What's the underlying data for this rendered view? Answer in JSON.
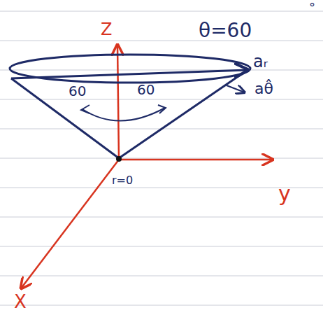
{
  "diagram": {
    "labels": [
      "Z",
      "θ=60",
      "°",
      "aᵣ",
      "60",
      "60",
      "aθ̂",
      "r=0",
      "y",
      "X"
    ]
  }
}
